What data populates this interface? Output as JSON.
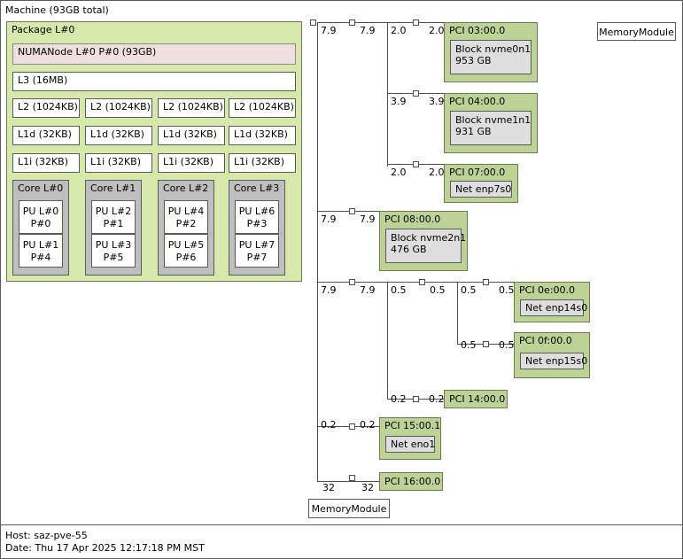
{
  "machine": {
    "title": "Machine (93GB total)"
  },
  "package": {
    "label": "Package L#0",
    "numanode": "NUMANode L#0 P#0 (93GB)",
    "l3": "L3 (16MB)",
    "l2": [
      "L2 (1024KB)",
      "L2 (1024KB)",
      "L2 (1024KB)",
      "L2 (1024KB)"
    ],
    "l1d": [
      "L1d (32KB)",
      "L1d (32KB)",
      "L1d (32KB)",
      "L1d (32KB)"
    ],
    "l1i": [
      "L1i (32KB)",
      "L1i (32KB)",
      "L1i (32KB)",
      "L1i (32KB)"
    ],
    "cores": [
      {
        "label": "Core L#0",
        "pus": [
          {
            "l": "PU L#0",
            "p": "P#0"
          },
          {
            "l": "PU L#1",
            "p": "P#4"
          }
        ]
      },
      {
        "label": "Core L#1",
        "pus": [
          {
            "l": "PU L#2",
            "p": "P#1"
          },
          {
            "l": "PU L#3",
            "p": "P#5"
          }
        ]
      },
      {
        "label": "Core L#2",
        "pus": [
          {
            "l": "PU L#4",
            "p": "P#2"
          },
          {
            "l": "PU L#5",
            "p": "P#6"
          }
        ]
      },
      {
        "label": "Core L#3",
        "pus": [
          {
            "l": "PU L#6",
            "p": "P#3"
          },
          {
            "l": "PU L#7",
            "p": "P#7"
          }
        ]
      }
    ]
  },
  "memory_modules": {
    "top_right": "MemoryModule",
    "bottom": "MemoryModule"
  },
  "pci": {
    "devices": [
      {
        "id": "pci-03-00-0",
        "label": "PCI 03:00.0",
        "osdev_line1": "Block nvme0n1",
        "osdev_line2": "953 GB"
      },
      {
        "id": "pci-04-00-0",
        "label": "PCI 04:00.0",
        "osdev_line1": "Block nvme1n1",
        "osdev_line2": "931 GB"
      },
      {
        "id": "pci-07-00-0",
        "label": "PCI 07:00.0",
        "osdev_line1": "Net enp7s0",
        "osdev_line2": ""
      },
      {
        "id": "pci-08-00-0",
        "label": "PCI 08:00.0",
        "osdev_line1": "Block nvme2n1",
        "osdev_line2": "476 GB"
      },
      {
        "id": "pci-0e-00-0",
        "label": "PCI 0e:00.0",
        "osdev_line1": "Net enp14s0",
        "osdev_line2": ""
      },
      {
        "id": "pci-0f-00-0",
        "label": "PCI 0f:00.0",
        "osdev_line1": "Net enp15s0",
        "osdev_line2": ""
      },
      {
        "id": "pci-14-00-0",
        "label": "PCI 14:00.0",
        "osdev_line1": "",
        "osdev_line2": ""
      },
      {
        "id": "pci-15-00-1",
        "label": "PCI 15:00.1",
        "osdev_line1": "Net eno1",
        "osdev_line2": ""
      },
      {
        "id": "pci-16-00-0",
        "label": "PCI 16:00.0",
        "osdev_line1": "",
        "osdev_line2": ""
      }
    ],
    "bandwidths": {
      "trunk_b1_left": "7.9",
      "trunk_b1_right": "7.9",
      "trunk_b2_left": "7.9",
      "trunk_b2_right": "7.9",
      "trunk_b3_left": "7.9",
      "trunk_b3_right": "7.9",
      "trunk_b4_left": "0.2",
      "trunk_b4_right": "0.2",
      "trunk_b5_left": "32",
      "trunk_b5_right": "32",
      "sw1_b1_left": "2.0",
      "sw1_b1_right": "2.0",
      "sw1_b2_left": "3.9",
      "sw1_b2_right": "3.9",
      "sw1_b3_left": "2.0",
      "sw1_b3_right": "2.0",
      "sw2_b1_left": "0.5",
      "sw2_b1_right": "0.5",
      "sw2_b2_left": "0.2",
      "sw2_b2_right": "0.2",
      "sw3_b1_left": "0.5",
      "sw3_b1_right": "0.5",
      "sw3_b2_left": "0.5",
      "sw3_b2_right": "0.5"
    }
  },
  "footer": {
    "host": "Host: saz-pve-55",
    "date": "Date: Thu 17 Apr 2025 12:17:18 PM MST"
  }
}
